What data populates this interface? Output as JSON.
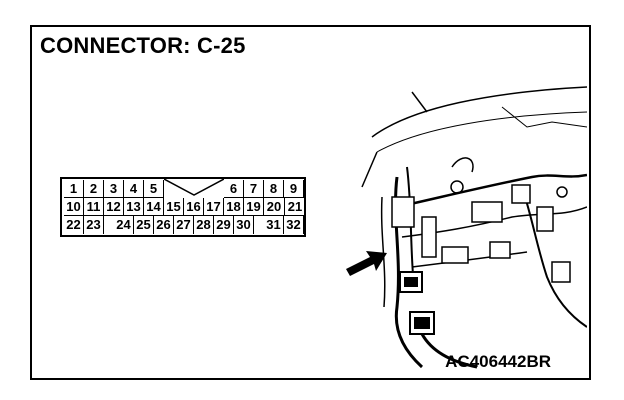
{
  "title": "CONNECTOR: C-25",
  "figure_id": "AC406442BR",
  "connector": {
    "rows": [
      [
        "1",
        "2",
        "3",
        "4",
        "5",
        "",
        "6",
        "7",
        "8",
        "9"
      ],
      [
        "10",
        "11",
        "12",
        "13",
        "14",
        "15",
        "16",
        "17",
        "18",
        "19",
        "20",
        "21"
      ],
      [
        "22",
        "23",
        "",
        "24",
        "25",
        "26",
        "27",
        "28",
        "29",
        "30",
        "",
        "31",
        "32"
      ]
    ]
  },
  "icons": {
    "pointer": "arrow-icon",
    "harness": "wiring-harness-illustration"
  }
}
